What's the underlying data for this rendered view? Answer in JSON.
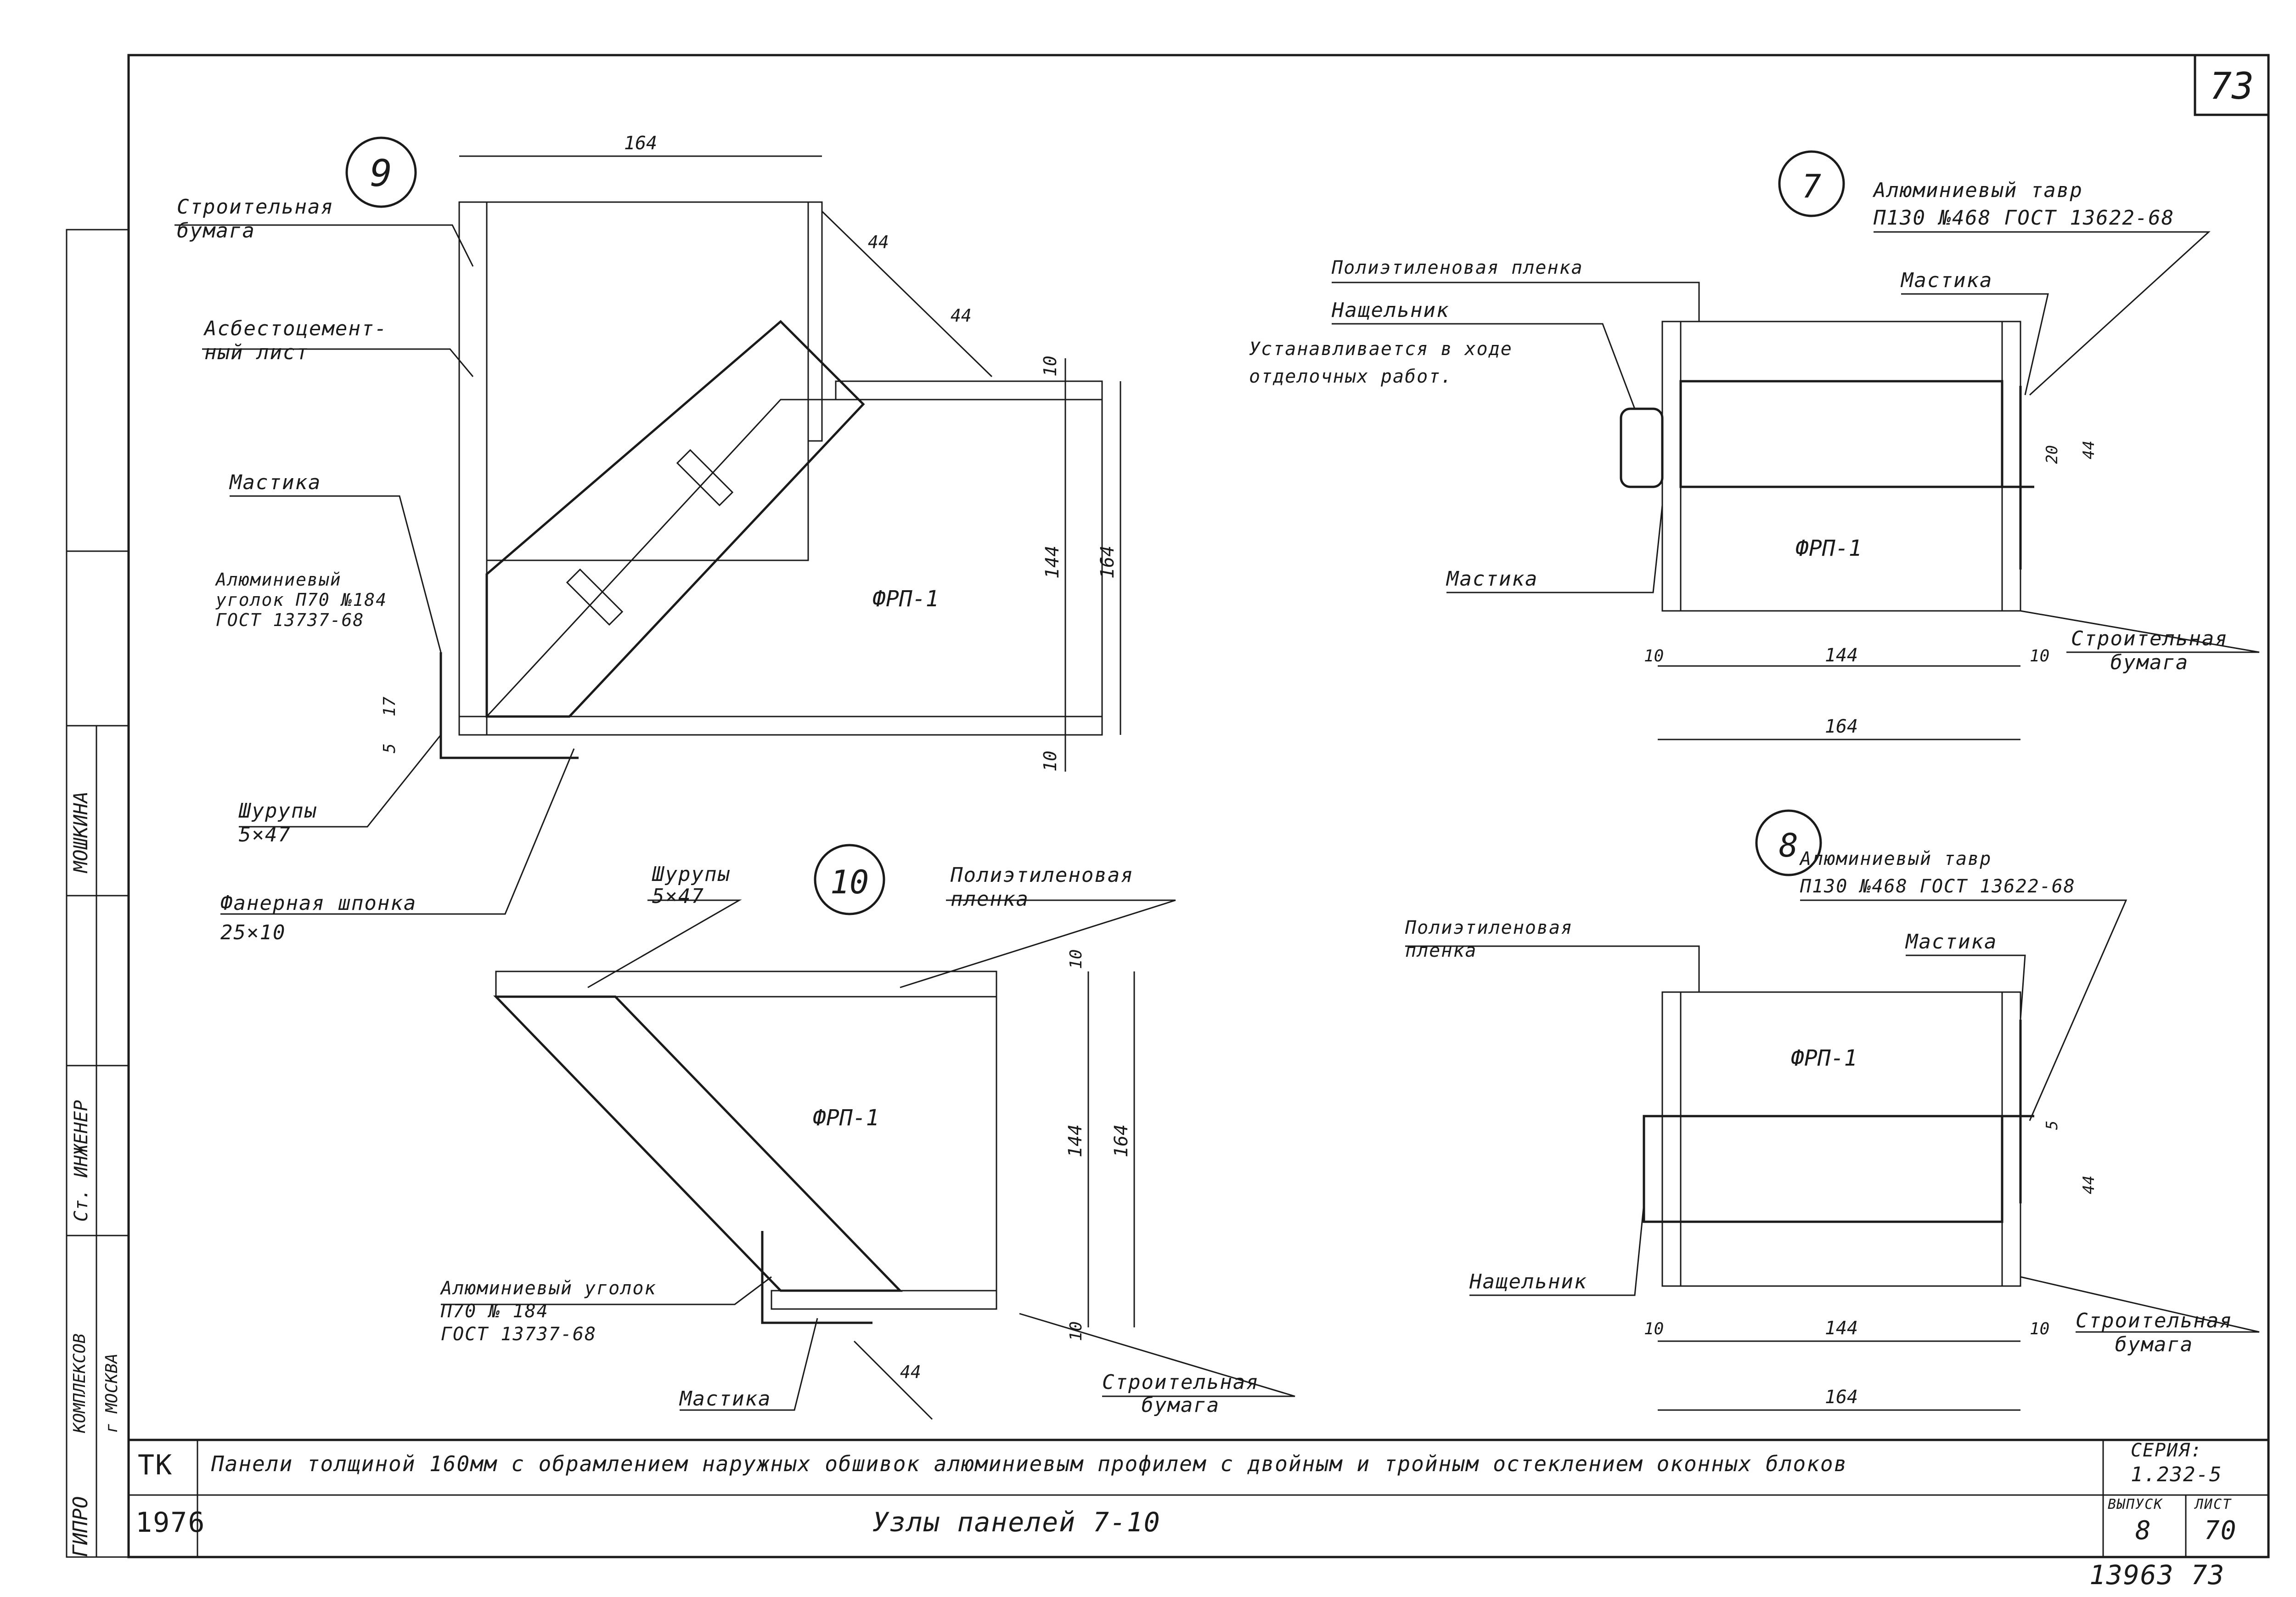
{
  "sheet": {
    "page_number": "73",
    "bottom_right": "13963  73",
    "org": "ТК",
    "year": "1976",
    "title": "Панели толщиной 160мм с обрамлением наружных обшивок алюминиевым профилем с двойным и тройным остеклением оконных блоков",
    "subtitle": "Узлы панелей 7-10",
    "series_label": "СЕРИЯ:",
    "series_value": "1.232-5",
    "issue_label": "ВЫПУСК",
    "issue_value": "8",
    "sheet_label": "ЛИСТ",
    "sheet_value": "70",
    "side_org_line1": "КОМПЛЕКСОВ",
    "side_org_line2": "г МОСКВА",
    "side_role": "Ст. ИНЖЕНЕР",
    "side_name": "МОШКИНА",
    "side_stamp": "ГИПРО"
  },
  "node9": {
    "number": "9",
    "labels": {
      "paper": "Строительная\nбумага",
      "asbestos": "Асбестоцемент-\nный лист",
      "mastic": "Мастика",
      "angle": "Алюминиевый\nуголок П70 №184\nГОСТ 13737-68",
      "screws": "Шурупы\n5×47",
      "plywood": "Фанерная шпонка\n25×10",
      "frp": "ФРП-1"
    },
    "dims": {
      "top": "164",
      "d1": "44",
      "d2": "44",
      "right_a": "10",
      "right_b": "144",
      "right_c": "164",
      "right_d": "10",
      "left_a": "17",
      "left_b": "5"
    }
  },
  "node10": {
    "number": "10",
    "labels": {
      "screws": "Шурупы\n5×47",
      "film": "Полиэтиленовая\nпленка",
      "frp": "ФРП-1",
      "angle": "Алюминиевый уголок\nП70 № 184\nГОСТ 13737-68",
      "mastic": "Мастика",
      "paper": "Строительная\nбумага"
    },
    "dims": {
      "top": "10",
      "b": "144",
      "c": "164",
      "bottom": "10",
      "d": "44"
    }
  },
  "node7": {
    "number": "7",
    "labels": {
      "tee": "Алюминиевый тавр\nП130 №468 ГОСТ 13622-68",
      "film": "Полиэтиленовая пленка",
      "nashchelnik": "Нащельник",
      "install": "Устанавливается в ходе\nотделочных работ.",
      "mastic_top": "Мастика",
      "mastic_left": "Мастика",
      "frp": "ФРП-1",
      "paper": "Строительная\nбумага"
    },
    "dims": {
      "a": "10",
      "b": "144",
      "c": "10",
      "total": "164",
      "h1": "44",
      "h2": "20"
    }
  },
  "node8": {
    "number": "8",
    "labels": {
      "tee": "Алюминиевый тавр\nП130 №468 ГОСТ 13622-68",
      "film": "Полиэтиленовая\nпленка",
      "mastic": "Мастика",
      "frp": "ФРП-1",
      "nashchelnik": "Нащельник",
      "paper": "Строительная\nбумага"
    },
    "dims": {
      "a": "10",
      "b": "144",
      "c": "10",
      "total": "164",
      "h1": "5",
      "h2": "44"
    }
  }
}
